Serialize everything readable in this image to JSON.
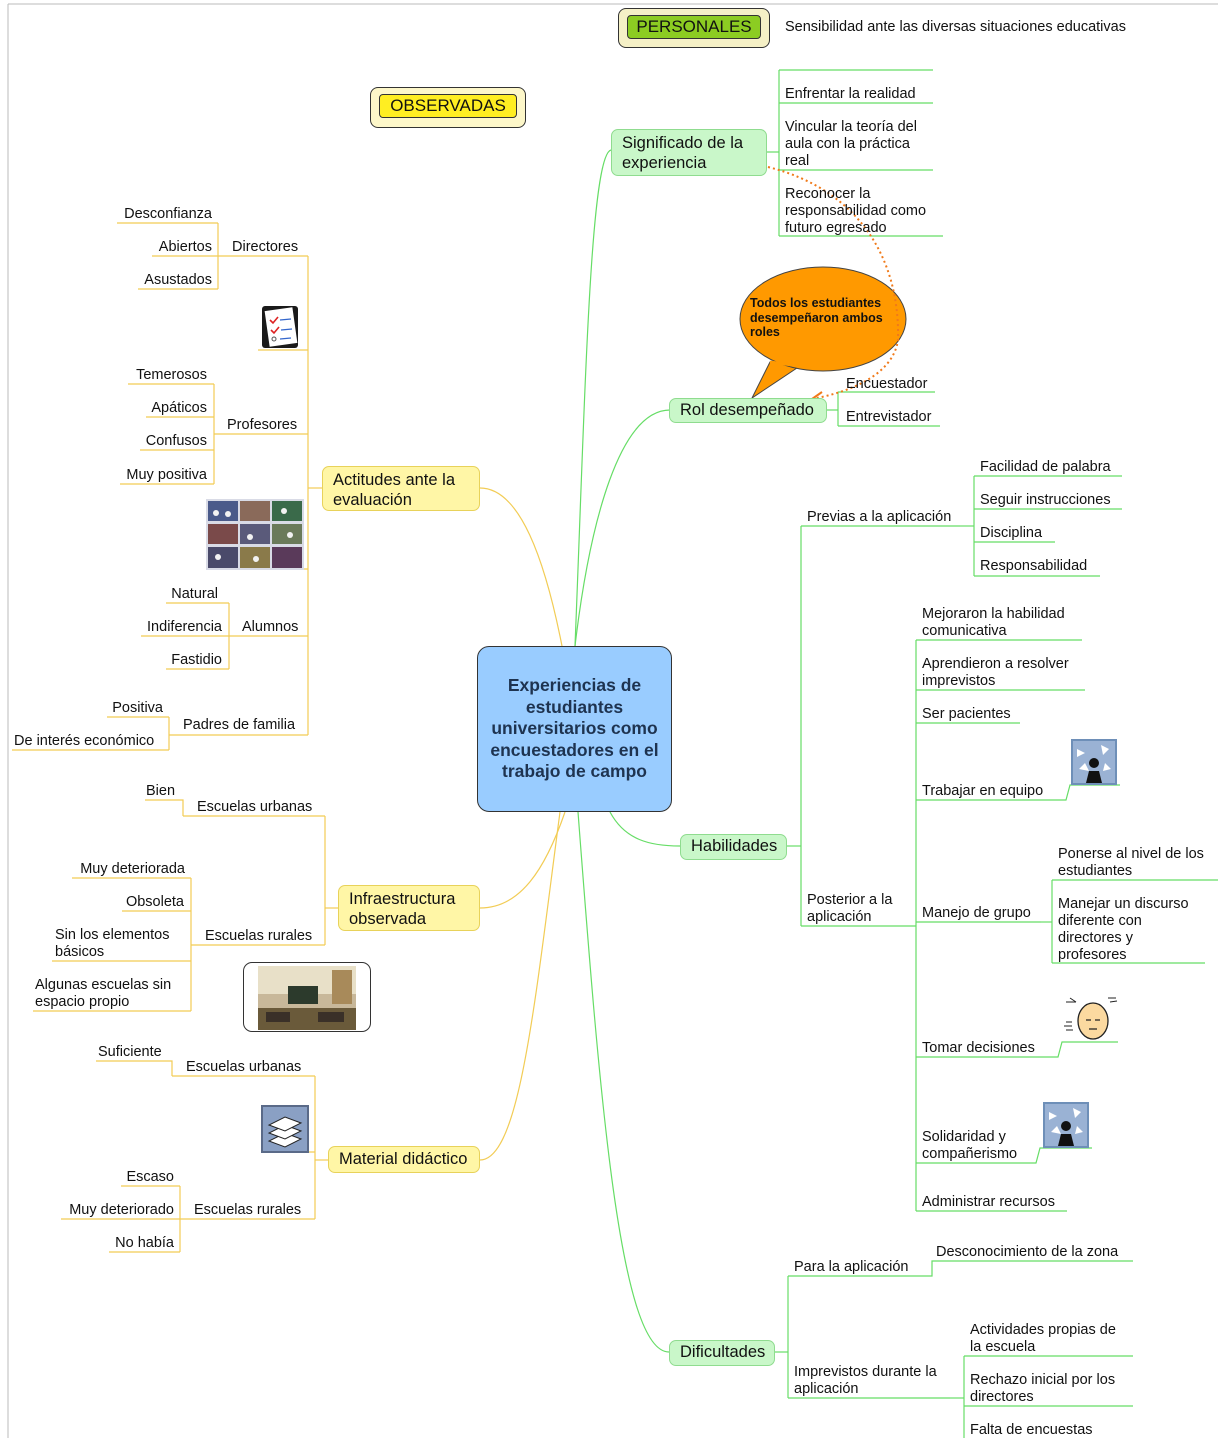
{
  "legends": {
    "personales": "PERSONALES",
    "observadas": "OBSERVADAS"
  },
  "center": "Experiencias de estudiantes universitarios como encuestadores en el trabajo de campo",
  "significado": {
    "label": "Significado de la experiencia",
    "items": [
      "Sensibilidad ante las diversas situaciones educativas",
      "Enfrentar la realidad",
      "Vincular la teoría del aula con la práctica real",
      "Reconocer la responsabilidad como futuro egresado"
    ]
  },
  "callout": "Todos los estudiantes desempeñaron ambos roles",
  "rol": {
    "label": "Rol desempeñado",
    "items": [
      "Encuestador",
      "Entrevistador"
    ]
  },
  "habilidades": {
    "label": "Habilidades",
    "previas": {
      "label": "Previas a la aplicación",
      "items": [
        "Facilidad de palabra",
        "Seguir instrucciones",
        "Disciplina",
        "Responsabilidad"
      ]
    },
    "posterior": {
      "label": "Posterior a la aplicación",
      "items": [
        "Mejoraron la habilidad comunicativa",
        "Aprendieron a resolver imprevistos",
        "Ser pacientes",
        "Trabajar en equipo",
        "Manejo de grupo",
        "Tomar decisiones",
        "Solidaridad y compañerismo",
        "Administrar recursos"
      ],
      "manejo_items": [
        "Ponerse al nivel de los estudiantes",
        "Manejar un discurso diferente con directores y profesores"
      ]
    }
  },
  "dificultades": {
    "label": "Dificultades",
    "para": {
      "label": "Para la aplicación",
      "items": [
        "Desconocimiento de la zona"
      ]
    },
    "imprevistos": {
      "label": "Imprevistos durante la aplicación",
      "items": [
        "Actividades propias de la escuela",
        "Rechazo inicial por los directores",
        "Falta de encuestas"
      ]
    }
  },
  "actitudes": {
    "label": "Actitudes ante la evaluación",
    "directores": {
      "label": "Directores",
      "items": [
        "Desconfianza",
        "Abiertos",
        "Asustados"
      ]
    },
    "profesores": {
      "label": "Profesores",
      "items": [
        "Temerosos",
        "Apáticos",
        "Confusos",
        "Muy positiva"
      ]
    },
    "alumnos": {
      "label": "Alumnos",
      "items": [
        "Natural",
        "Indiferencia",
        "Fastidio"
      ]
    },
    "padres": {
      "label": "Padres de familia",
      "items": [
        "Positiva",
        "De interés económico"
      ]
    }
  },
  "infraestructura": {
    "label": "Infraestructura observada",
    "urbanas": {
      "label": "Escuelas urbanas",
      "items": [
        "Bien"
      ]
    },
    "rurales": {
      "label": "Escuelas rurales",
      "items": [
        "Muy deteriorada",
        "Obsoleta",
        "Sin los  elementos básicos",
        "Algunas escuelas sin espacio propio"
      ]
    }
  },
  "material": {
    "label": "Material didáctico",
    "urbanas": {
      "label": "Escuelas urbanas",
      "items": [
        "Suficiente"
      ]
    },
    "rurales": {
      "label": "Escuelas rurales",
      "items": [
        "Escaso",
        "Muy deteriorado",
        "No había"
      ]
    }
  },
  "colors": {
    "green_line": "#66dd66",
    "yellow_line": "#f2cc55",
    "center_fill": "#99ccff",
    "callout_fill": "#ff9900"
  },
  "icons": [
    "checklist-icon",
    "students-photo",
    "classroom-photo",
    "books-icon",
    "teamwork-icon",
    "thinking-head-icon",
    "teamwork-icon"
  ]
}
